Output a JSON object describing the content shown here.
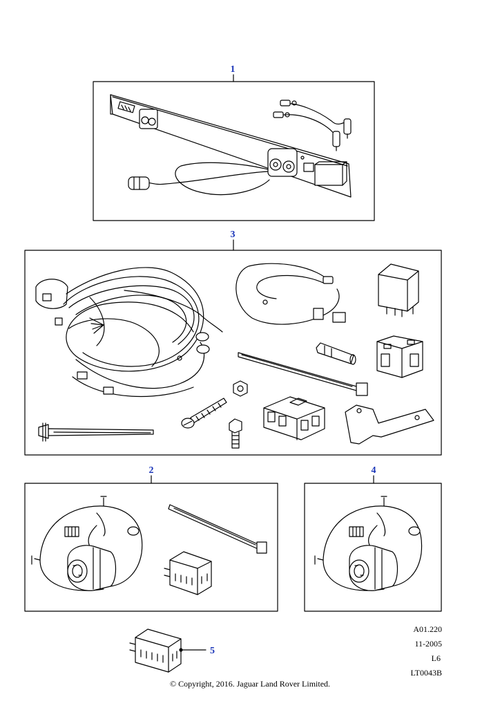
{
  "callouts": {
    "item1": "1",
    "item2": "2",
    "item3": "3",
    "item4": "4",
    "item5": "5"
  },
  "reference": {
    "code": "A01.220",
    "date": "11-2005",
    "level": "L6",
    "illustration_id": "LT0043B"
  },
  "copyright": "© Copyright, 2016. Jaguar Land Rover Limited.",
  "colors": {
    "callout": "#1a35b8",
    "line": "#000000",
    "background": "#ffffff"
  }
}
